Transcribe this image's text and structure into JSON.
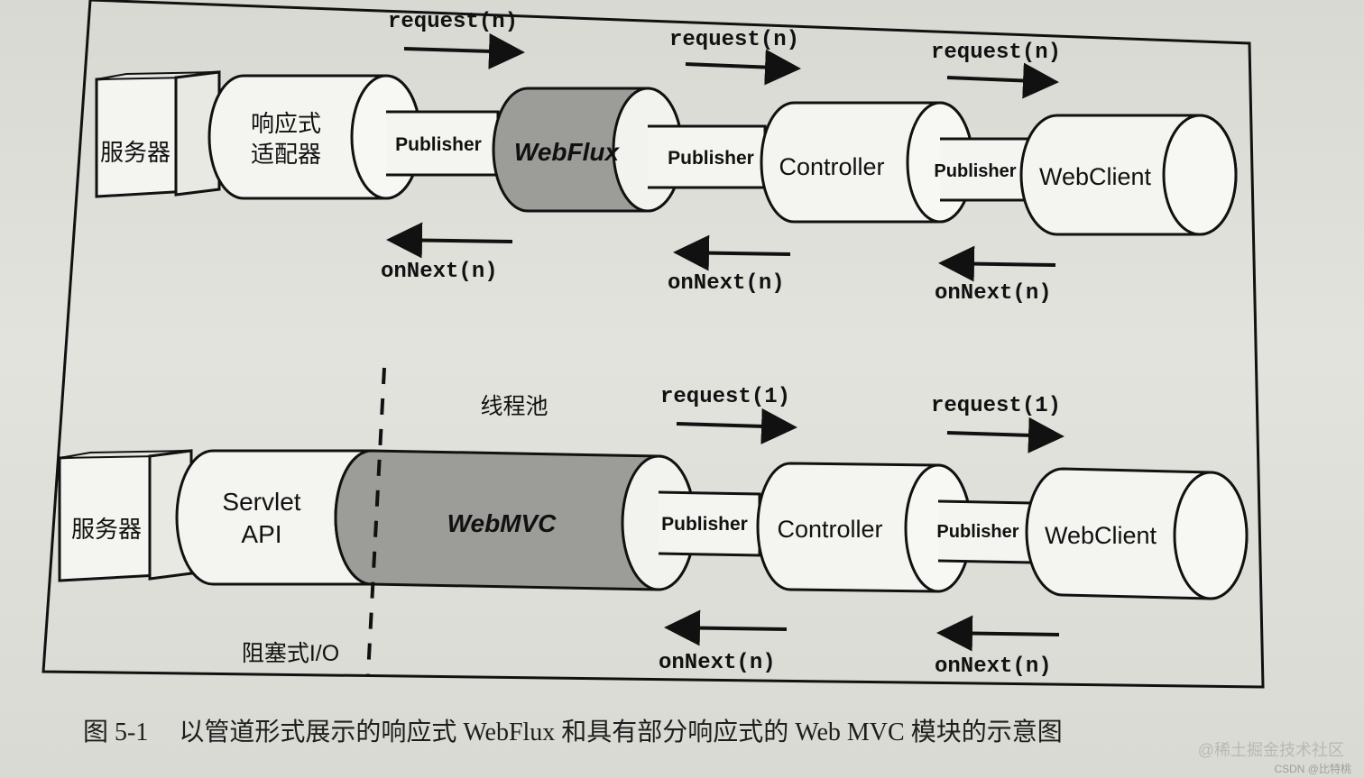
{
  "diagram": {
    "top": {
      "server_label": "服务器",
      "adapter_label": [
        "响应式",
        "适配器"
      ],
      "publisher_label": "Publisher",
      "webflux_label": "WebFlux",
      "controller_label": "Controller",
      "webclient_label": "WebClient",
      "request_label": "request(n)",
      "onnext_label": "onNext(n)"
    },
    "bottom": {
      "server_label": "服务器",
      "servlet_label": [
        "Servlet",
        "API"
      ],
      "webmvc_label": "WebMVC",
      "publisher_label": "Publisher",
      "controller_label": "Controller",
      "webclient_label": "WebClient",
      "request_label": "request(1)",
      "onnext_label": "onNext(n)",
      "thread_pool_label": "线程池",
      "blocking_io_label": "阻塞式I/O"
    }
  },
  "caption": {
    "figure_number": "图 5-1",
    "text": "以管道形式展示的响应式 WebFlux 和具有部分响应式的 Web MVC 模块的示意图"
  },
  "watermark": "@稀土掘金技术社区",
  "csdn_mark": "CSDN @比特桃",
  "colors": {
    "stroke": "#111111",
    "cylinder_fill": "#f4f4f0",
    "highlight_fill": "#9c9c98",
    "page_bg": "#dcdcd6"
  }
}
